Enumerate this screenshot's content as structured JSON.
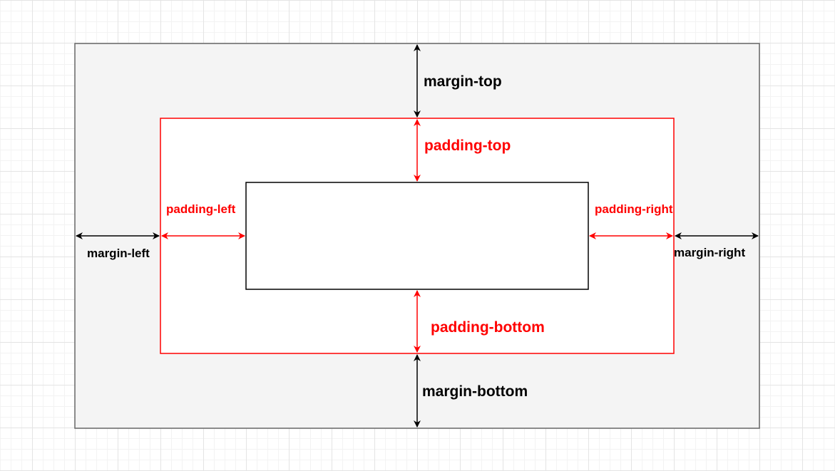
{
  "colors": {
    "margin_box_fill": "#f4f4f4",
    "margin_box_stroke": "#666666",
    "padding_box_stroke": "#ff0000",
    "content_box_stroke": "#000000",
    "margin_arrow": "#000000",
    "padding_arrow": "#ff0000"
  },
  "labels": {
    "margin_top": "margin-top",
    "margin_bottom": "margin-bottom",
    "margin_left": "margin-left",
    "margin_right": "margin-right",
    "padding_top": "padding-top",
    "padding_bottom": "padding-bottom",
    "padding_left": "padding-left",
    "padding_right": "padding-right"
  }
}
